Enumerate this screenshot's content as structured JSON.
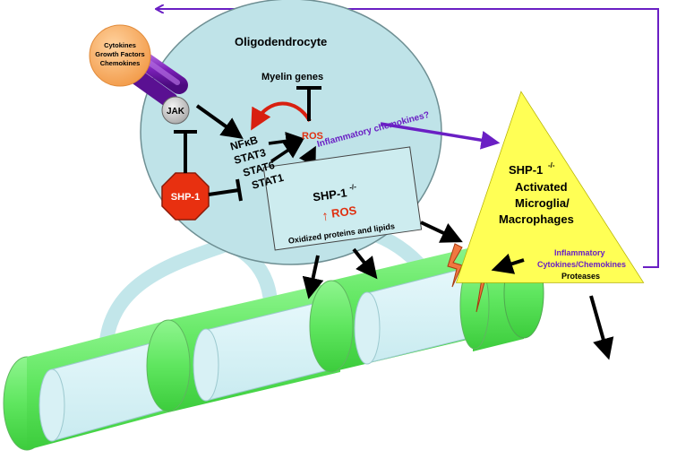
{
  "cell": {
    "title": "Oligodendrocyte"
  },
  "cytokines": {
    "line1": "Cytokines",
    "line2": "Growth Factors",
    "line3": "Chemokines"
  },
  "jak": {
    "label": "JAK"
  },
  "shp1": {
    "label": "SHP-1"
  },
  "myelin": {
    "label": "Myelin genes"
  },
  "ros": {
    "label": "ROS"
  },
  "inflammatory_chemokines": {
    "label": "Inflammatory chemokines?"
  },
  "transcription_factors": [
    "NFκB",
    "STAT3",
    "STAT6",
    "STAT1"
  ],
  "box": {
    "title": "SHP-1",
    "title_sup": "-/-",
    "ros_arrow": "↑",
    "ros_label": "ROS",
    "caption": "Oxidized proteins and lipids"
  },
  "microglia": {
    "title": "SHP-1",
    "title_sup": "-/-",
    "line1": "Activated",
    "line2": "Microglia/",
    "line3": "Macrophages",
    "inflam1": "Inflammatory",
    "inflam2": "Cytokines/Chemokines",
    "proteases": "Proteases"
  },
  "colors": {
    "cell": "#bfe3e8",
    "myelin_wrap": "#d6f0f4",
    "node_green": "#66ee66",
    "shp1_red": "#e83010",
    "microglia_yellow": "#ffff33",
    "purple": "#6a1fc4",
    "orange": "#f6a85a",
    "ros_red": "#e03010"
  }
}
